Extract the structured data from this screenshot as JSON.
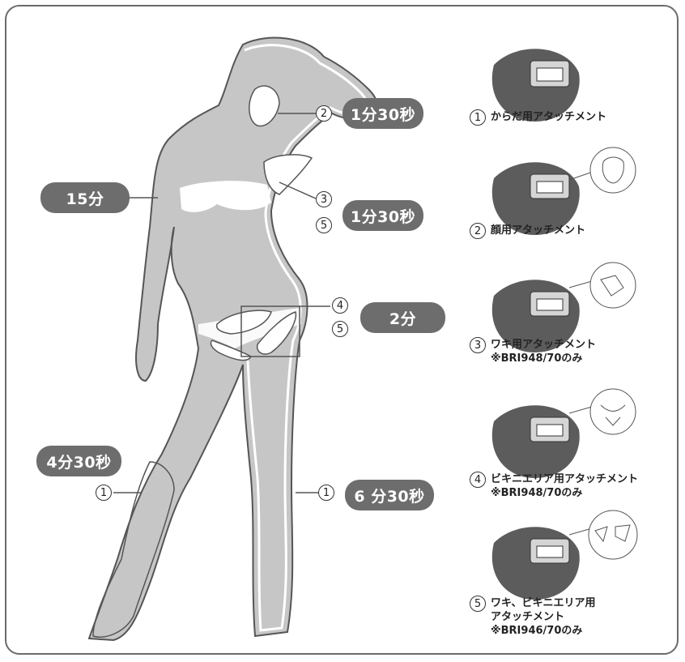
{
  "body_times": {
    "upper_body": "15分",
    "face": "1分30秒",
    "underarm": "1分30秒",
    "bikini": "2分",
    "right_leg": "4分30秒",
    "left_leg": "6 分30秒"
  },
  "markers": {
    "face": "2",
    "underarm_a": "3",
    "underarm_b": "5",
    "bikini_a": "4",
    "bikini_b": "5",
    "right_leg": "1",
    "left_leg": "1"
  },
  "attachments": [
    {
      "num": "1",
      "name": "からだ用アタッチメント",
      "note": ""
    },
    {
      "num": "2",
      "name": "顔用アタッチメント",
      "note": ""
    },
    {
      "num": "3",
      "name": "ワキ用アタッチメント",
      "note": "※BRI948/70のみ"
    },
    {
      "num": "4",
      "name": "ビキニエリア用アタッチメント",
      "note": "※BRI948/70のみ"
    },
    {
      "num": "5",
      "name": "ワキ、ビキニエリア用",
      "name2": "アタッチメント",
      "note": "※BRI946/70のみ"
    }
  ],
  "colors": {
    "pill": "#6d6d6d",
    "body": "#c8c8c8",
    "outline": "#555555",
    "device": "#5a5a5a"
  }
}
